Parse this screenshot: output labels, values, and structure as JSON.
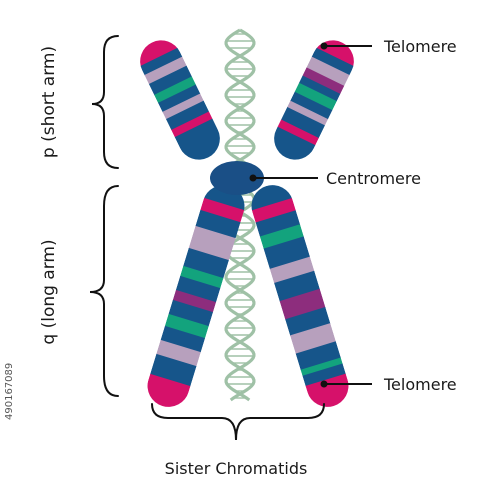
{
  "labels": {
    "telomere_top": "Telomere",
    "centromere": "Centromere",
    "telomere_bottom": "Telomere",
    "p_arm": "p (short arm)",
    "q_arm": "q (long arm)",
    "sister_chromatids": "Sister Chromatids"
  },
  "stock_id": "490167089",
  "colors": {
    "navy": "#16558a",
    "magenta": "#d6116a",
    "teal": "#13a37d",
    "purple": "#8d2d7d",
    "lavender": "#b7a0bd",
    "centromere": "#1a4f86",
    "dna": "#9fc1a6",
    "line": "#111111"
  }
}
